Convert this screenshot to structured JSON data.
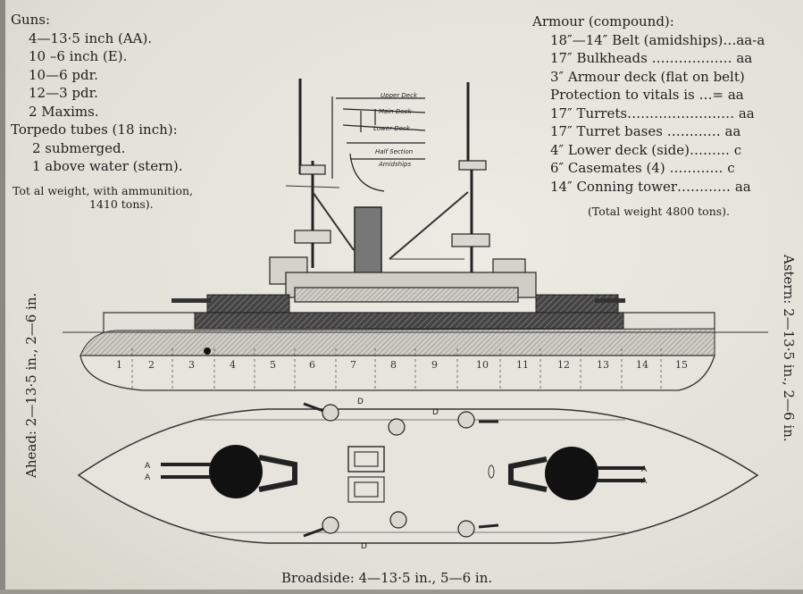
{
  "guns": {
    "heading": "Guns:",
    "items": [
      "4—13·5 inch (AA).",
      "10 –6 inch (E).",
      "10—6 pdr.",
      "12—3 pdr.",
      "2 Maxims."
    ]
  },
  "torpedo": {
    "heading": "Torpedo tubes (18 inch):",
    "items": [
      "2 submerged.",
      "1 above water (stern)."
    ]
  },
  "total_weight_note": [
    "Tot al weight, with ammunition,",
    "1410 tons)."
  ],
  "armour": {
    "heading": "Armour (compound):",
    "items": [
      "18″—14″ Belt (amidships)…aa-a",
      "17″ Bulkheads ……………… aa",
      "3″ Armour deck (flat on belt)",
      "Protection to vitals is  …= aa",
      "17″ Turrets…………………… aa",
      "17″ Turret bases ………… aa",
      "4″ Lower deck (side)……… c",
      "6″ Casemates (4)  ………… c",
      "14″ Conning tower………… aa"
    ],
    "total": "(Total weight 4800 tons)."
  },
  "side_labels": {
    "ahead": "Ahead: 2—13·5 in., 2—6 in.",
    "astern": "Astern: 2—13·5 in., 2—6 in."
  },
  "broadside": "Broadside: 4—13·5 in., 5—6 in.",
  "compartments": [
    "1",
    "2",
    "3",
    "4",
    "5",
    "6",
    "7",
    "8",
    "9",
    "10",
    "11",
    "12",
    "13",
    "14",
    "15"
  ],
  "deck_labels": [
    "Upper Deck",
    "Main Deck",
    "Lower Deck",
    "Half Section",
    "Amidships"
  ],
  "plan_labels": {
    "gun_a": "A",
    "casemate_d": "D"
  }
}
